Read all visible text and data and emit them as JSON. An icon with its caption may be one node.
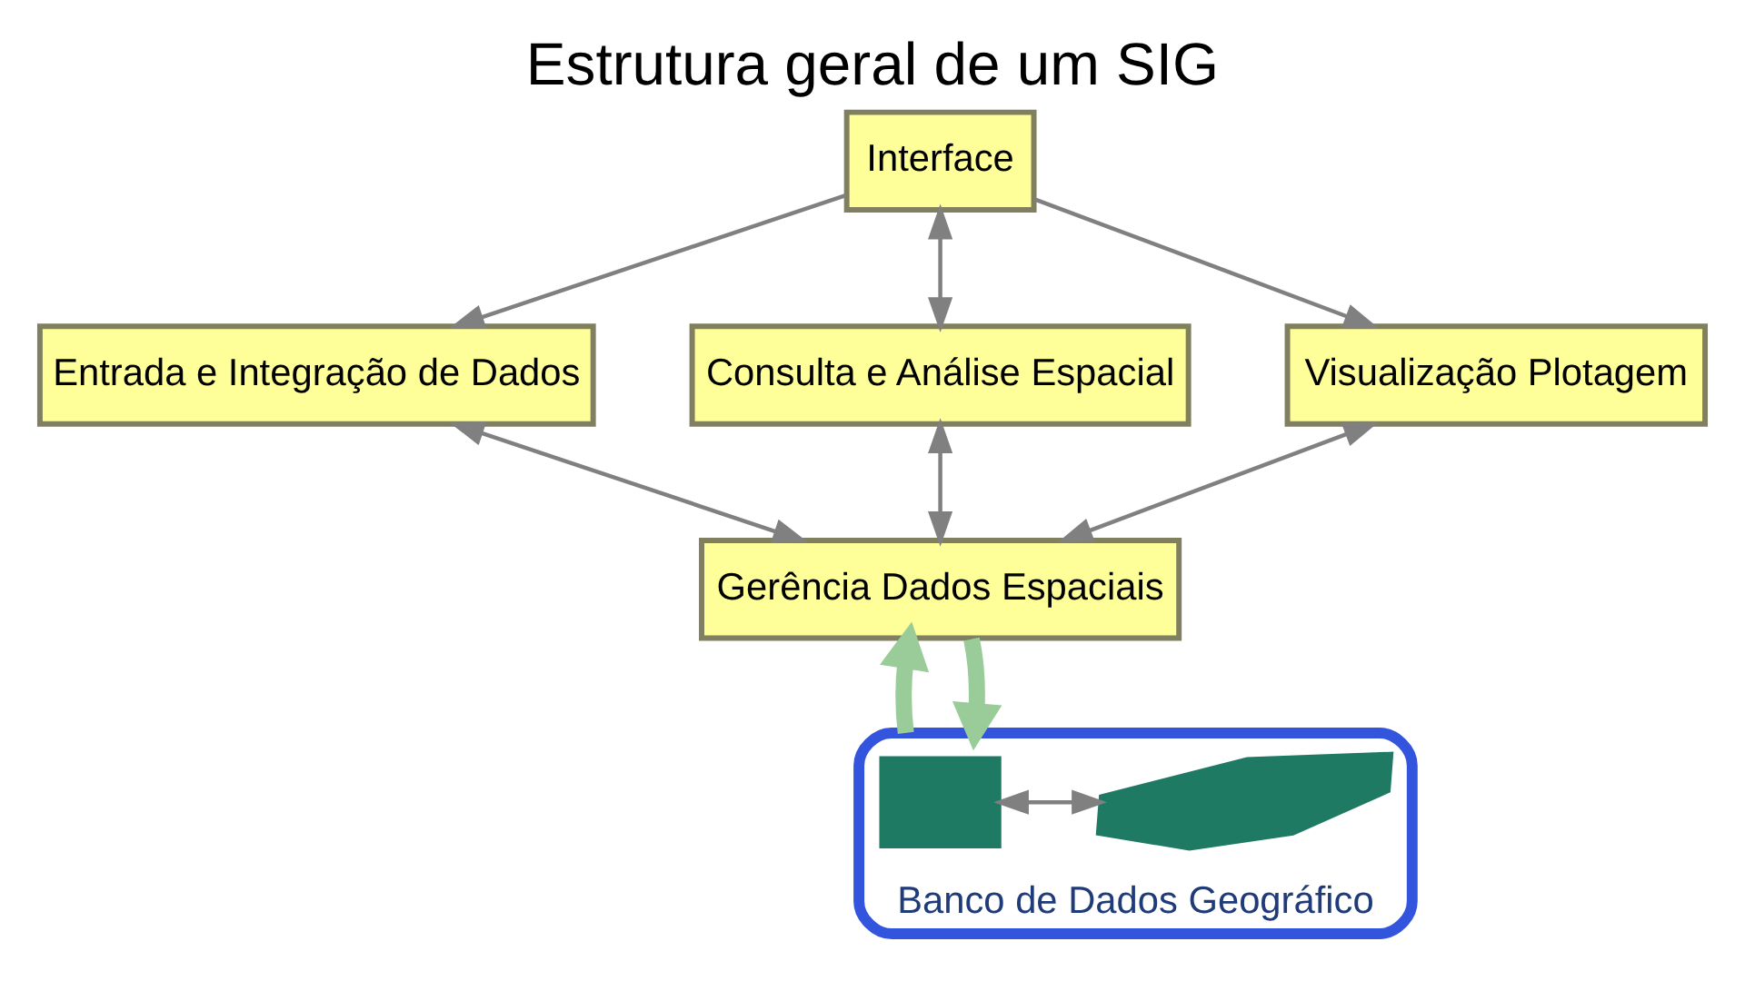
{
  "diagram": {
    "title": "Estrutura geral de um SIG",
    "nodes": [
      {
        "text": [
          "Interface"
        ]
      },
      {
        "text": [
          "Entrada e Integração de Dados"
        ]
      },
      {
        "text": [
          "Consulta e Análise Espacial"
        ]
      },
      {
        "text": [
          "Visualização Plotagem"
        ]
      },
      {
        "text": [
          "Gerência Dados Espaciais"
        ]
      },
      {
        "text": [],
        "shape": "cylinder",
        "beside": [
          "Banco de Dados Geográfico"
        ]
      },
      {
        "text": [],
        "shape": "box",
        "in": 5
      },
      {
        "text": [],
        "shape": "picture",
        "in": 5
      }
    ],
    "edges": [
      {
        "from": 0,
        "to": 1,
        "arrow": "to"
      },
      {
        "from": 0,
        "to": 2,
        "arrow": "both"
      },
      {
        "from": 0,
        "to": 3,
        "arrow": "to"
      },
      {
        "from": 1,
        "to": 4,
        "arrow": "both"
      },
      {
        "from": 2,
        "to": 4,
        "arrow": "both"
      },
      {
        "from": 3,
        "to": 4,
        "arrow": "both"
      },
      {
        "from": 5,
        "to": 4,
        "arrow": "to",
        "style": "thick",
        "color": "#99cc99"
      },
      {
        "from": 4,
        "to": 5,
        "arrow": "to",
        "style": "thick",
        "color": "#99cc99"
      },
      {
        "from": 6,
        "to": 7,
        "arrow": "both"
      }
    ]
  }
}
